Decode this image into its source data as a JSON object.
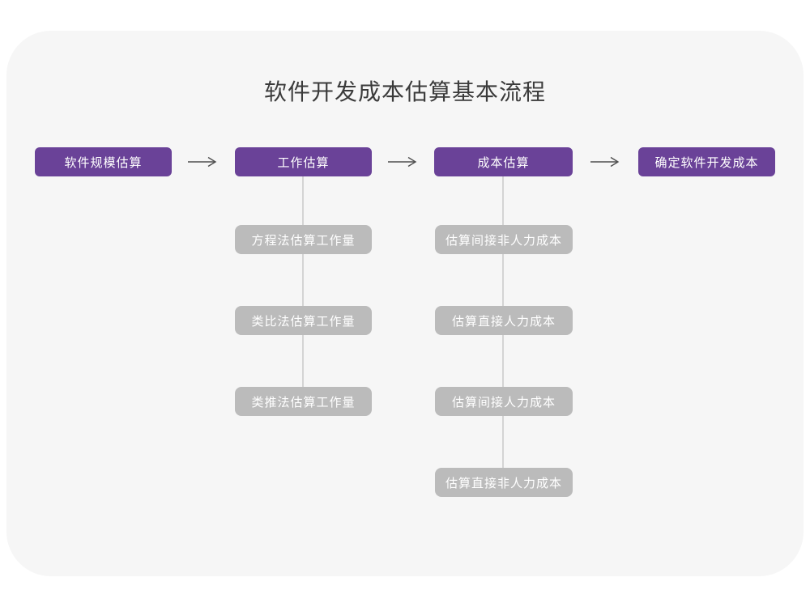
{
  "title": "软件开发成本估算基本流程",
  "colors": {
    "page_background": "#FFFFFF",
    "canvas_background": "#F6F6F6",
    "primary_purple": "#6A4298",
    "secondary_gray": "#BBBBBB",
    "connector_gray": "#D4D4D4",
    "arrow_gray": "#4F4F4F",
    "title_text": "#3B3B3B",
    "node_text": "#FFFFFF"
  },
  "main_flow": [
    {
      "label": "软件规模估算"
    },
    {
      "label": "工作估算"
    },
    {
      "label": "成本估算"
    },
    {
      "label": "确定软件开发成本"
    }
  ],
  "work_estimation_branch": {
    "items": [
      "方程法估算工作量",
      "类比法估算工作量",
      "类推法估算工作量"
    ]
  },
  "cost_estimation_branch": {
    "items": [
      "估算间接非人力成本",
      "估算直接人力成本",
      "估算间接人力成本",
      "估算直接非人力成本"
    ]
  }
}
